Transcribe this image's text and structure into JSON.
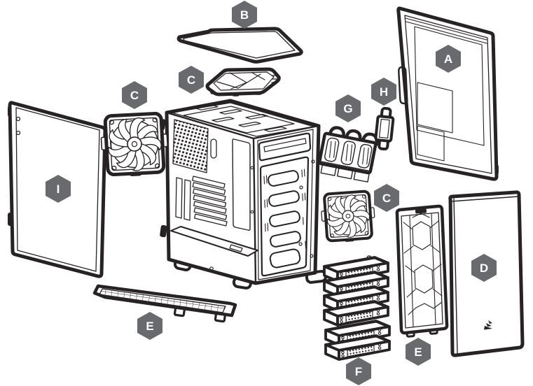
{
  "diagram": {
    "type": "exploded-parts-diagram",
    "badges": [
      {
        "letter": "A"
      },
      {
        "letter": "B"
      },
      {
        "letter": "C"
      },
      {
        "letter": "C"
      },
      {
        "letter": "C"
      },
      {
        "letter": "D"
      },
      {
        "letter": "E"
      },
      {
        "letter": "E"
      },
      {
        "letter": "F"
      },
      {
        "letter": "G"
      },
      {
        "letter": "H"
      },
      {
        "letter": "I"
      }
    ],
    "colors": {
      "background": "#ffffff",
      "line_art": "#272324",
      "badge_fill": "#696a6d",
      "badge_letter": "#ffffff"
    }
  }
}
